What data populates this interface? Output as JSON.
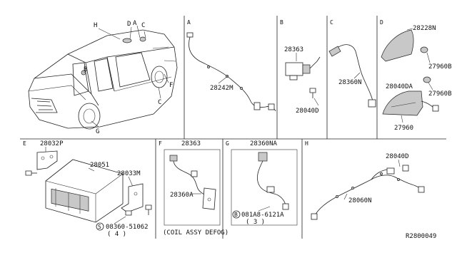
{
  "sections": {
    "main": {
      "part_labels": [
        "H",
        "D",
        "A",
        "C",
        "B",
        "F",
        "C",
        "G"
      ]
    },
    "A": {
      "letter": "A",
      "parts": [
        "28242M"
      ]
    },
    "B": {
      "letter": "B",
      "parts": [
        "28363",
        "28040D"
      ]
    },
    "C": {
      "letter": "C",
      "parts": [
        "28360N"
      ]
    },
    "D": {
      "letter": "D",
      "parts": [
        "28228N",
        "27960B",
        "28040DA",
        "27960B",
        "27960"
      ]
    },
    "E": {
      "letter": "E",
      "parts": [
        "28032P",
        "28051",
        "28033M"
      ],
      "screw": "08360-51062",
      "screw_qty": "( 4 )",
      "screw_symbol": "S"
    },
    "F": {
      "letter": "F",
      "parts": [
        "28363",
        "28360A"
      ]
    },
    "G": {
      "letter": "G",
      "parts": [
        "28360NA"
      ],
      "bolt": "081A8-6121A",
      "bolt_qty": "( 3 )",
      "bolt_symbol": "B"
    },
    "H": {
      "letter": "H",
      "parts": [
        "28040D",
        "28060N"
      ]
    }
  },
  "note": "(COIL ASSY DEFOG)",
  "diagram_code": "R2800049"
}
